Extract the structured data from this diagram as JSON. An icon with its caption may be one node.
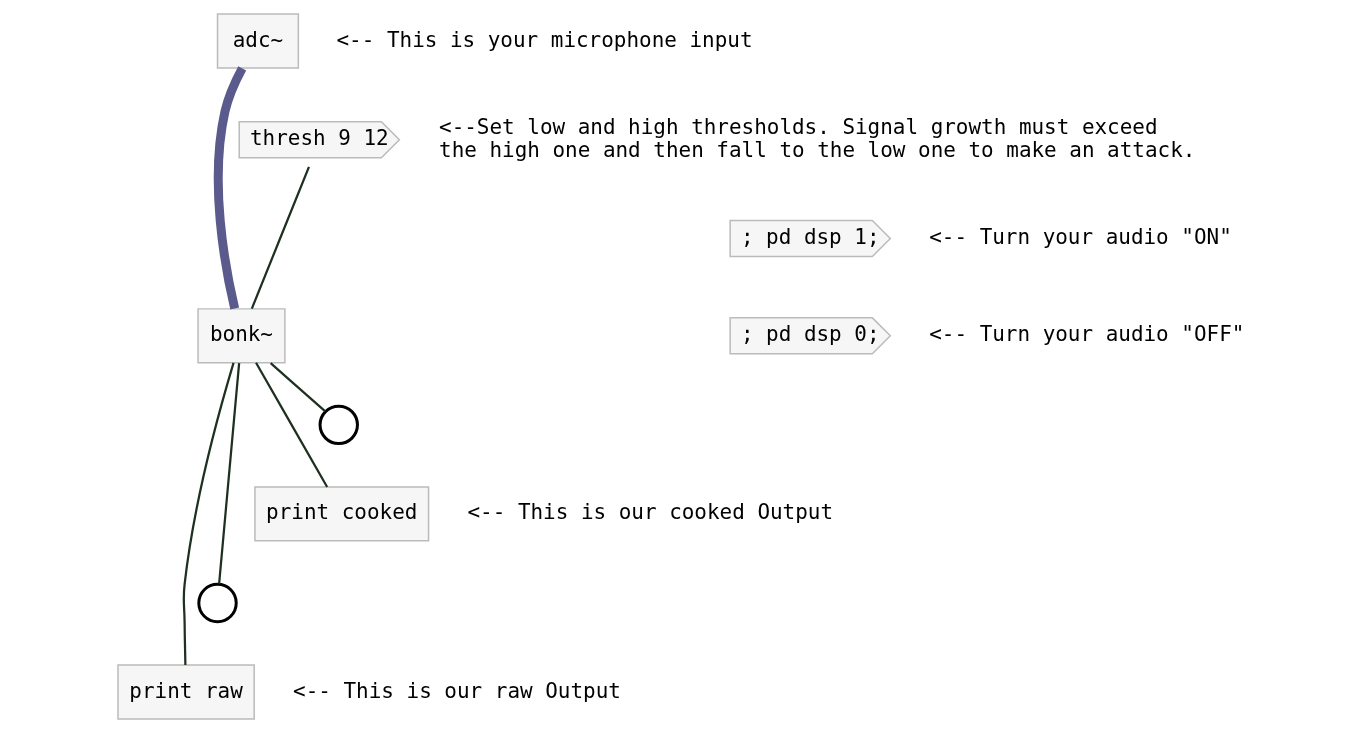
{
  "diagram": {
    "nodes": [
      {
        "text": [
          "adc~"
        ],
        "beside": [
          "<-- This is your microphone input"
        ]
      },
      {
        "text": [
          "thresh 9 12"
        ],
        "beside": [
          "<--Set low and high thresholds. Signal growth must exceed the high one and then fall to the low one to make an attack."
        ]
      },
      {
        "text": [
          "bonk~"
        ]
      },
      {
        "text": [
          "; pd dsp 1;"
        ],
        "beside": [
          "<-- Turn your audio \"ON\""
        ]
      },
      {
        "text": [
          "; pd dsp 0;"
        ],
        "beside": [
          "<-- Turn your audio \"OFF\""
        ]
      },
      {
        "text": [],
        "shape": "circle"
      },
      {
        "text": [
          "print cooked"
        ],
        "beside": [
          "<-- This is our cooked Output"
        ]
      },
      {
        "text": [],
        "shape": "circle"
      },
      {
        "text": [
          "print raw"
        ],
        "beside": [
          "<-- This is our raw Output"
        ]
      }
    ],
    "edges": [
      {
        "from": 0,
        "to": 2,
        "arrow": "none",
        "style": "thick",
        "color": "#5a5a8c"
      },
      {
        "from": 1,
        "to": 2,
        "arrow": "none"
      },
      {
        "from": 2,
        "to": 5,
        "arrow": "none"
      },
      {
        "from": 2,
        "to": 6,
        "arrow": "none"
      },
      {
        "from": 2,
        "to": 7,
        "arrow": "none"
      },
      {
        "from": 2,
        "to": 8,
        "arrow": "none"
      }
    ]
  }
}
